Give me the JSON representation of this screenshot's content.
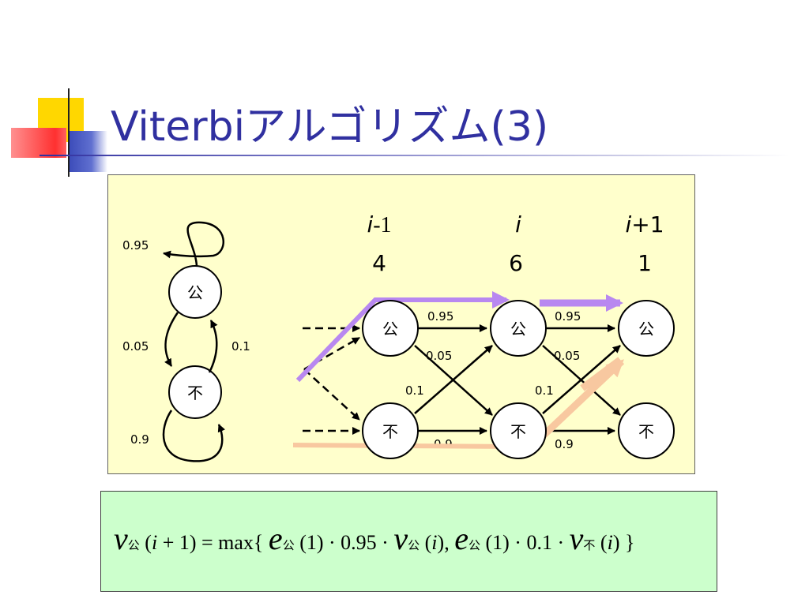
{
  "slide": {
    "title": "Viterbiアルゴリズム(3)",
    "colors": {
      "title": "#3030a0",
      "diagram_bg": "#ffffcc",
      "formula_bg": "#ccffcc",
      "path_purple": "#b888f0",
      "path_peach": "#f8c8a0"
    }
  },
  "diagram": {
    "hmm": {
      "state_top": "公",
      "state_bottom": "不",
      "self_top_prob": "0.95",
      "top_to_bottom_prob": "0.05",
      "bottom_to_top_prob": "0.1",
      "self_bottom_prob": "0.9"
    },
    "trellis": {
      "columns": [
        {
          "index_var": "i",
          "index_suffix": "-1",
          "observation": "4"
        },
        {
          "index_var": "i",
          "index_suffix": "",
          "observation": "6"
        },
        {
          "index_var": "i",
          "index_suffix": "+1",
          "observation": "1"
        }
      ],
      "state_top": "公",
      "state_bottom": "不",
      "edges": {
        "top_top_1": "0.95",
        "top_bottom_1": "0.05",
        "bottom_top_1": "0.1",
        "bottom_bottom_1": "0.9",
        "top_top_2": "0.95",
        "top_bottom_2": "0.05",
        "bottom_top_2": "0.1",
        "bottom_bottom_2": "0.9"
      }
    }
  },
  "formula": {
    "v_symbol": "v",
    "e_symbol": "e",
    "sub_top": "公",
    "sub_bottom": "不",
    "lhs_arg_open": "(",
    "lhs_arg_var": "i",
    "lhs_arg_rest": " + 1) = max{",
    "e1_arg": "(1) · 0.95 · ",
    "v1_arg_open": "(",
    "v1_arg_var": "i",
    "v1_arg_close": "),",
    "e2_arg": "(1) · 0.1 · ",
    "v2_arg_open": "(",
    "v2_arg_var": "i",
    "v2_arg_close": ")",
    "close_brace": " }"
  }
}
